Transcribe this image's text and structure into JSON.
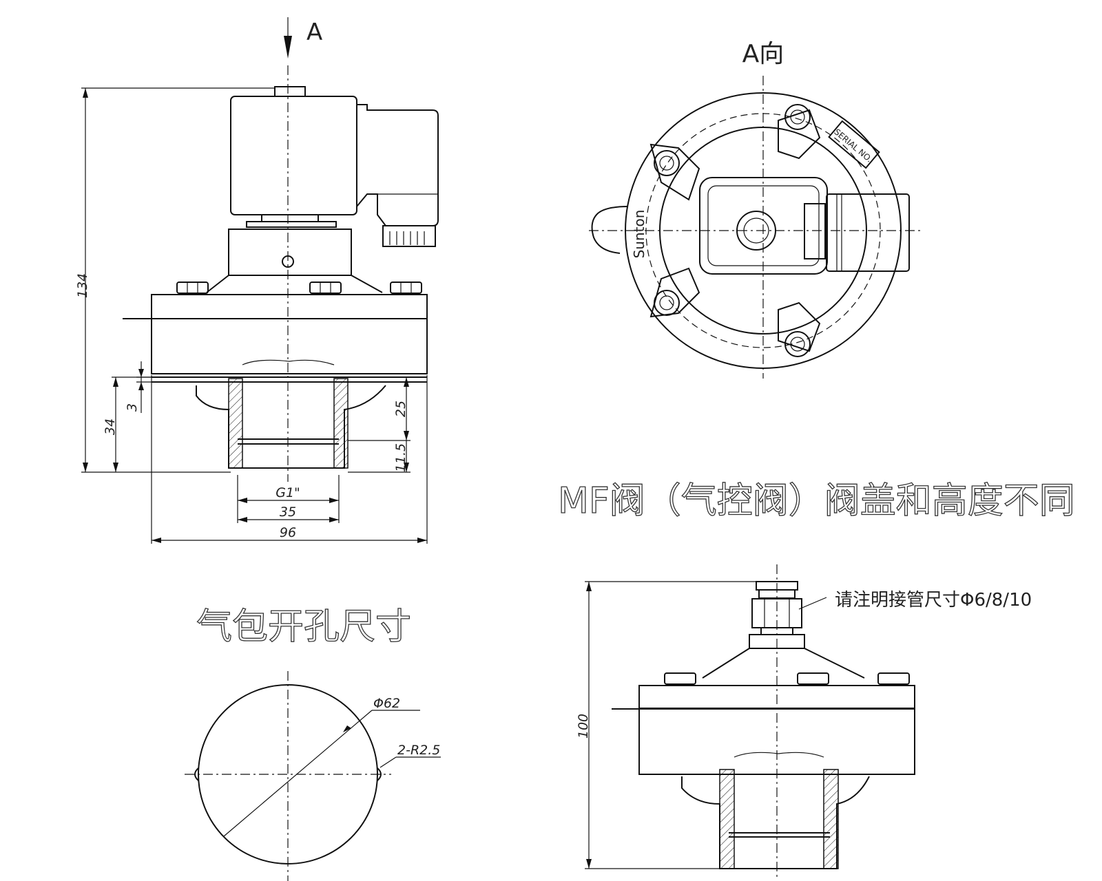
{
  "view_arrow_label": "A",
  "view_a_title": "A向",
  "top_view_brand": "Sunton",
  "top_view_plate": "SERIAL NO.",
  "mf_note": "MF阀（气控阀）阀盖和高度不同",
  "opening_title": "气包开孔尺寸",
  "tube_note": "请注明接管尺寸Φ6/8/10",
  "dims": {
    "height_134": "134",
    "height_34": "34",
    "dim_3": "3",
    "dim_25": "25",
    "dim_11_5": "11.5",
    "thread": "G1\"",
    "width_35": "35",
    "width_96": "96",
    "height_100": "100",
    "hole_dia": "Φ62",
    "notch_r": "2-R2.5"
  }
}
